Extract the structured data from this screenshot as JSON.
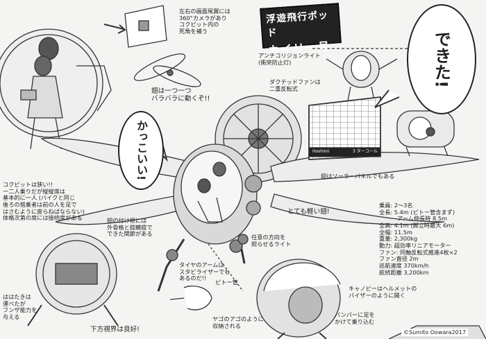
{
  "title_panel": {
    "line1": "浮遊飛行ポッド",
    "line2": "カイリー号"
  },
  "exclamations": {
    "dekita": "できた!",
    "kakkoii": "かっこいい!"
  },
  "notes": {
    "camera": "左右の画面尾翼には\n360°カメラがあり\nコクピット内の\n死角を補う",
    "wings_each": "翅は一つ一つ\nバラバラに動くぞ!!",
    "anticollision": "アンチコリジョンライト\n(衝突防止灯)",
    "ducted_fan": "ダクテッドファンは\n二重反転式",
    "solar": "翅はソーラーパネルでもある",
    "light_wings": "とても軽い翅!",
    "searchlight": "任意の方向を\n照らせるライト",
    "cockpit_narrow": "コクピットは狭い!!\n一二人乗りだが縦縦席は\n基本的に一人 (バイクと同じ\n後ろの搭乗者は前の人を足で\nはさむように座らねばならない)\n体格次第の席には接続席がある",
    "wing_root": "翅の付け根には\n外骨格と鎧鱗鎧で\nできた関節がある",
    "tire_arm": "タイヤのアームは\nスタビライザーでも\nあるのだ!!",
    "pitot": "ピトー管",
    "canopy": "キャノピーはヘルメットの\nバイザーのように開く",
    "bumper": "バンパーに足を\nかけて乗り込む",
    "feet": "ははたきは\n運べたが\nフンザ能力を\n与える",
    "view_down": "下方視界は良好!",
    "jaw": "ヤゴのアゴのように\n収納される"
  },
  "specs": [
    "乗員: 2〜3名",
    "全長: 5.4m (ピトー管含まず)",
    "          アーム伸長時 8.5m",
    "全高: 4.1m (脚立時最大 6m)",
    "全幅: 11.5m",
    "重量: 2,300kg",
    "動力: 超効率リニアモーター",
    "ファン: 同軸反転式推進4枚×2",
    "ファン直径 2m",
    "巡航速度 370km/h",
    "航続距離 3,200km"
  ],
  "screen": {
    "left_label": "Hoshimi",
    "right_label": "3 ターコール"
  },
  "credit": "©Sumito Oowara2017"
}
